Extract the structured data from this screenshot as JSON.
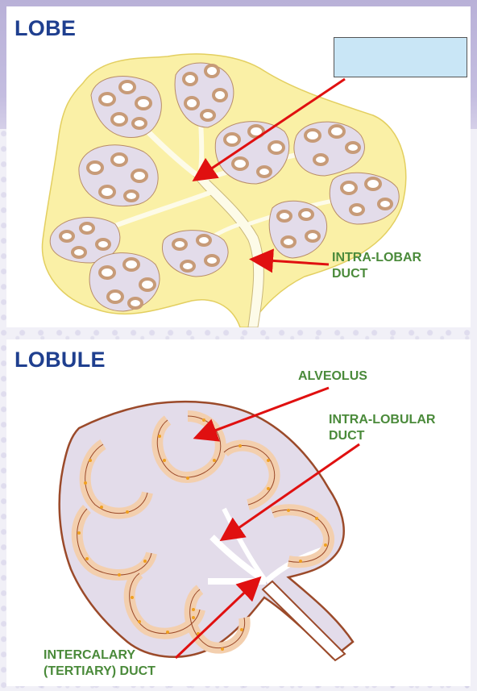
{
  "lobe": {
    "title": "LOBE",
    "labels": {
      "intra_lobar_duct": "INTRA-LOBAR\nDUCT"
    }
  },
  "lobule": {
    "title": "LOBULE",
    "labels": {
      "alveolus": "ALVEOLUS",
      "intra_lobular_duct": "INTRA-LOBULAR\nDUCT",
      "intercalary_duct": "INTERCALARY\n(TERTIARY) DUCT"
    }
  },
  "colors": {
    "heading": "#1f3f8f",
    "label": "#4a8a3a",
    "arrow": "#e01010",
    "lobe_fill": "#faf0a6",
    "lobule_fill": "#e3dcea",
    "alveolus_wall": "#f3cfae",
    "outline": "#9b4a2a",
    "answer_box": "#c9e6f6"
  }
}
